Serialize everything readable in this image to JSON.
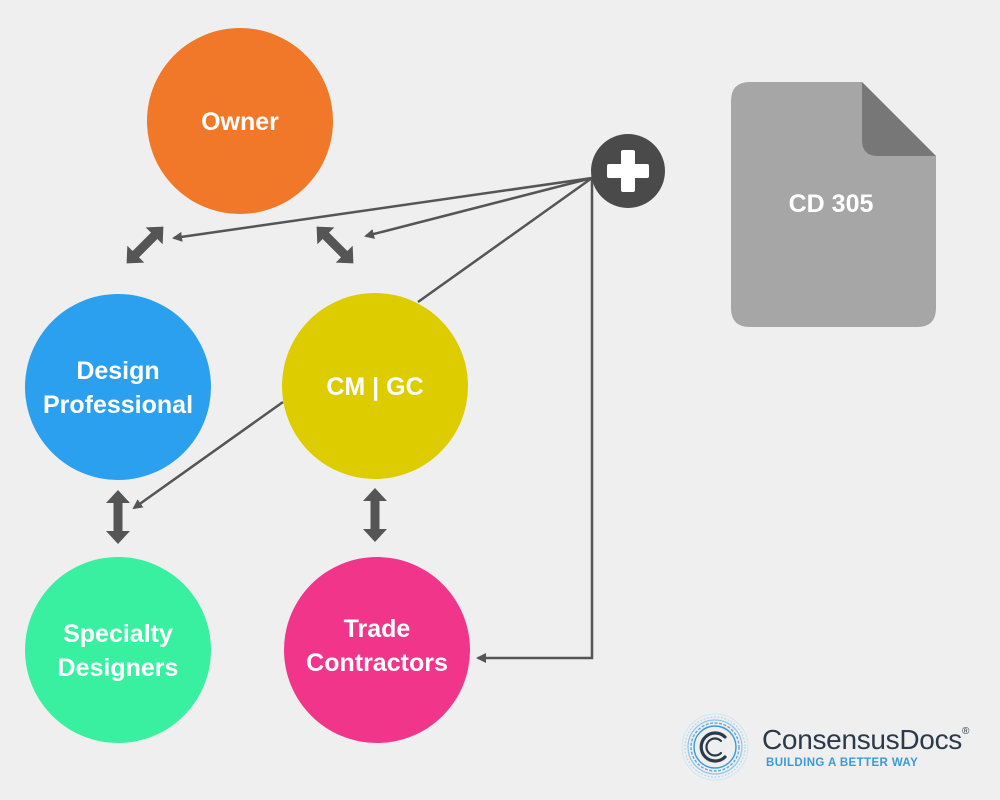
{
  "nodes": {
    "owner": {
      "label": "Owner",
      "color": "#f07828"
    },
    "design_professional": {
      "label_line1": "Design",
      "label_line2": "Professional",
      "color": "#2aa0ee"
    },
    "cm_gc": {
      "label": "CM | GC",
      "color": "#ddcc00"
    },
    "specialty_designers": {
      "label_line1": "Specialty",
      "label_line2": "Designers",
      "color": "#38f0a0"
    },
    "trade_contractors": {
      "label_line1": "Trade",
      "label_line2": "Contractors",
      "color": "#f0358a"
    }
  },
  "plus_hub": {
    "icon": "plus-icon",
    "color": "#4a4a4a"
  },
  "document": {
    "label": "CD 305",
    "icon": "document-icon",
    "color": "#a6a6a6",
    "fold_color": "#777777"
  },
  "connector_color": "#555555",
  "logo": {
    "name": "ConsensusDocs",
    "registered": "®",
    "tagline": "BUILDING A BETTER WAY",
    "name_color": "#2b3a4a",
    "tagline_color": "#3a9ad9"
  }
}
